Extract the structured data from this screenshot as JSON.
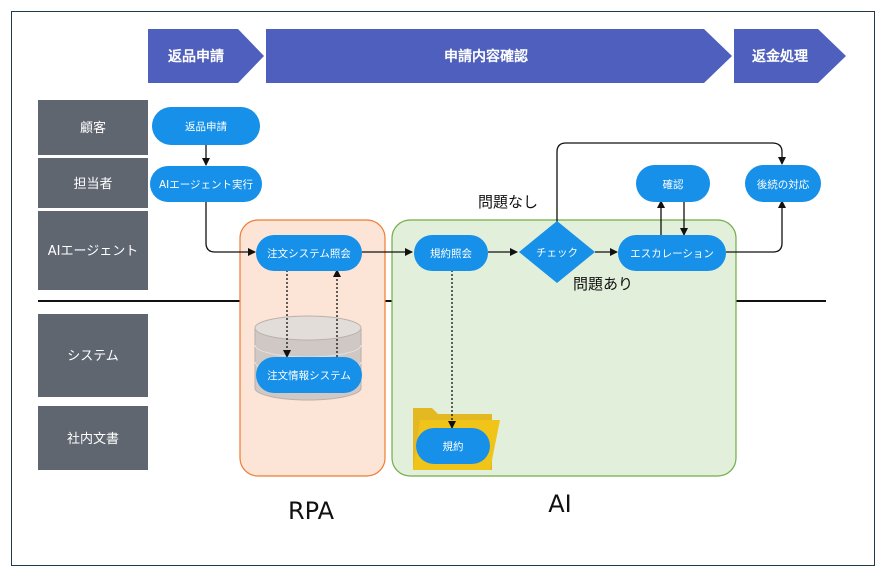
{
  "phases": {
    "return_request": "返品申請",
    "review": "申請内容確認",
    "refund": "返金処理"
  },
  "lanes": {
    "customer": "顧客",
    "staff": "担当者",
    "ai_agent": "AIエージェント",
    "system": "システム",
    "internal_docs": "社内文書"
  },
  "nodes": {
    "return_request": "返品申請",
    "run_ai_agent": "AIエージェント実行",
    "order_system_query": "注文システム照会",
    "order_info_system": "注文情報システム",
    "rules_query": "規約照会",
    "check": "チェック",
    "escalation": "エスカレーション",
    "confirm": "確認",
    "followup": "後続の対応",
    "rules_doc": "規約"
  },
  "edge_labels": {
    "no_issue": "問題なし",
    "issue": "問題あり"
  },
  "regions": {
    "rpa": "RPA",
    "ai": "AI"
  },
  "colors": {
    "phase_arrow": "#4f5fbd",
    "lane_box": "#5f6670",
    "node_blue": "#1690e8",
    "rpa_fill": "#fce4d6",
    "rpa_border": "#ed7d31",
    "ai_fill": "#e2efda",
    "ai_border": "#70ad47",
    "folder": "#e4b820"
  }
}
